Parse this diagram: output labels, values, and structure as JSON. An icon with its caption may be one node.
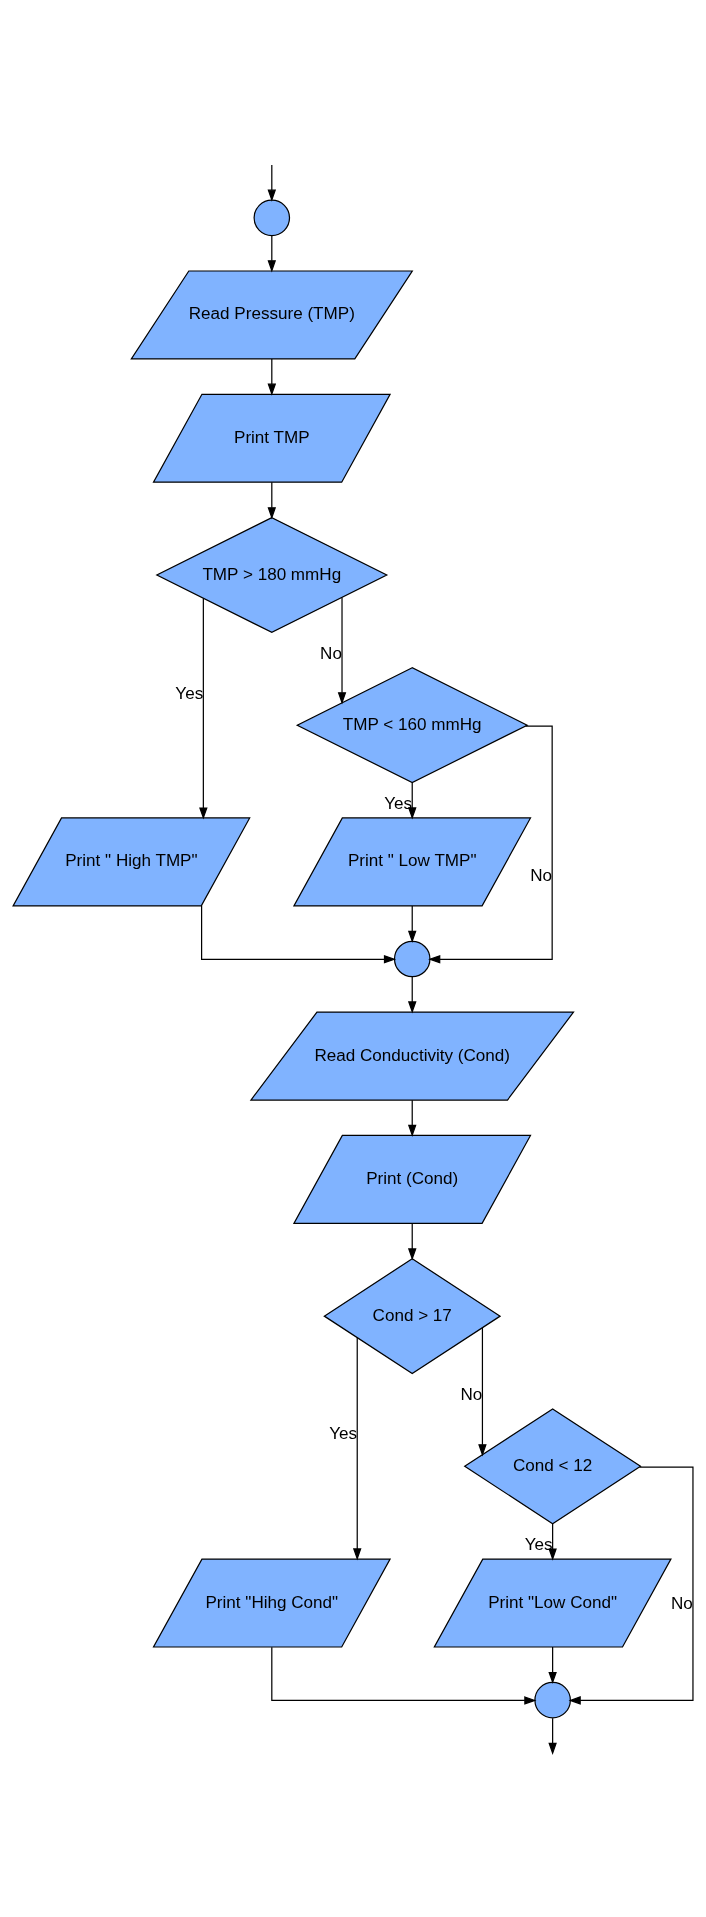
{
  "diagram": {
    "nodes": [
      {
        "text": [],
        "shape": "circle"
      },
      {
        "text": [
          "Read Pressure (TMP)"
        ]
      },
      {
        "text": [
          "Print TMP"
        ]
      },
      {
        "text": [
          "TMP > 180 mmHg"
        ]
      },
      {
        "text": [
          "Print \" High TMP\""
        ]
      },
      {
        "text": [
          "TMP < 160 mmHg"
        ]
      },
      {
        "text": [
          "Print \" Low TMP\""
        ]
      },
      {
        "text": [],
        "shape": "circle"
      },
      {
        "text": [
          "Read Conductivity (Cond)"
        ]
      },
      {
        "text": [
          "Print (Cond)"
        ]
      },
      {
        "text": [
          "Cond > 17"
        ]
      },
      {
        "text": [
          "Print \"Hihg Cond\""
        ]
      },
      {
        "text": [
          "Cond < 12"
        ]
      },
      {
        "text": [
          "Print \"Low Cond\""
        ]
      },
      {
        "text": [],
        "shape": "circle"
      }
    ],
    "edges": [
      {
        "from": null,
        "to": 0,
        "arrow": "to"
      },
      {
        "from": 0,
        "to": 1,
        "arrow": "to"
      },
      {
        "from": 1,
        "to": 2,
        "arrow": "to"
      },
      {
        "from": 2,
        "to": 3,
        "arrow": "to"
      },
      {
        "from": 3,
        "to": 4,
        "arrow": "to",
        "label": "Yes"
      },
      {
        "from": 3,
        "to": 5,
        "arrow": "to",
        "label": "No"
      },
      {
        "from": 5,
        "to": 6,
        "arrow": "to",
        "label": "Yes"
      },
      {
        "from": 5,
        "to": 7,
        "arrow": "to",
        "label": "No"
      },
      {
        "from": 4,
        "to": 7,
        "arrow": "to"
      },
      {
        "from": 6,
        "to": 7,
        "arrow": "to"
      },
      {
        "from": 7,
        "to": 8,
        "arrow": "to"
      },
      {
        "from": 8,
        "to": 9,
        "arrow": "to"
      },
      {
        "from": 9,
        "to": 10,
        "arrow": "to"
      },
      {
        "from": 10,
        "to": 11,
        "arrow": "to",
        "label": "Yes"
      },
      {
        "from": 10,
        "to": 12,
        "arrow": "to",
        "label": "No"
      },
      {
        "from": 12,
        "to": 13,
        "arrow": "to",
        "label": "Yes"
      },
      {
        "from": 12,
        "to": 14,
        "arrow": "to",
        "label": "No"
      },
      {
        "from": 11,
        "to": 14,
        "arrow": "to"
      },
      {
        "from": 13,
        "to": 14,
        "arrow": "to"
      },
      {
        "from": 14,
        "to": null,
        "arrow": "to"
      }
    ]
  }
}
